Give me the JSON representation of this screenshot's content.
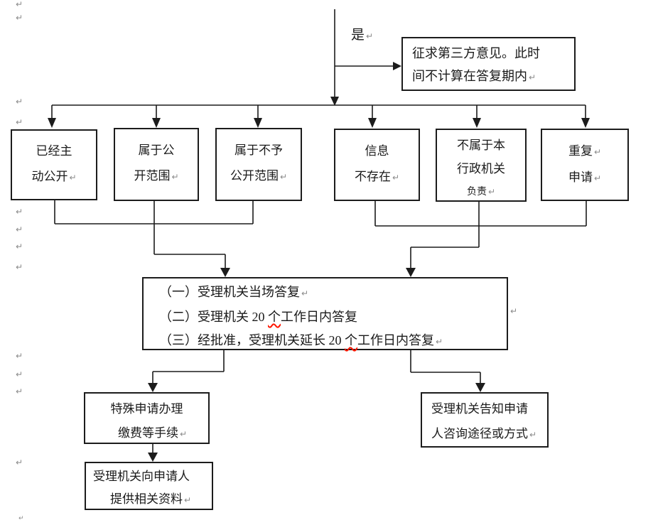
{
  "glyphs": {
    "pilcrow": "↵"
  },
  "labels": {
    "yes": "是"
  },
  "boxes": {
    "third_party": {
      "line1": "征求第三方意见。此时",
      "line2": "间不计算在答复期内"
    },
    "already_public": {
      "line1": "已经主",
      "line2": "动公开"
    },
    "in_scope": {
      "line1": "属于公",
      "line2": "开范围"
    },
    "not_in_scope": {
      "line1": "属于不予",
      "line2": "公开范围"
    },
    "info_missing": {
      "line1": "信息",
      "line2": "不存在"
    },
    "not_responsible": {
      "line1": "不属于本",
      "line2": "行政机关",
      "line3": "负责"
    },
    "repeat_request": {
      "line1": "重复",
      "line2": "申请"
    },
    "main": {
      "line1": "（一）受理机关当场答复",
      "line2_pre": "（二）受理机关 20 ",
      "line2_squiggle": "个",
      "line2_post": "工作日内答复",
      "line3_pre": "（三）经批准，受理机关延长 20 ",
      "line3_squiggle": "个",
      "line3_post": "工作日内答复"
    },
    "special_fee": {
      "line1": "特殊申请办理",
      "line2": "缴费等手续"
    },
    "notify_ways": {
      "line1": "受理机关告知申请",
      "line2": "人咨询途径或方式"
    },
    "provide_material": {
      "line1": "受理机关向申请人",
      "line2": "提供相关资料"
    }
  },
  "colors": {
    "line": "#1c1c1c",
    "paragraph_mark": "#8a8a8a",
    "squiggle": "#ff1500"
  }
}
